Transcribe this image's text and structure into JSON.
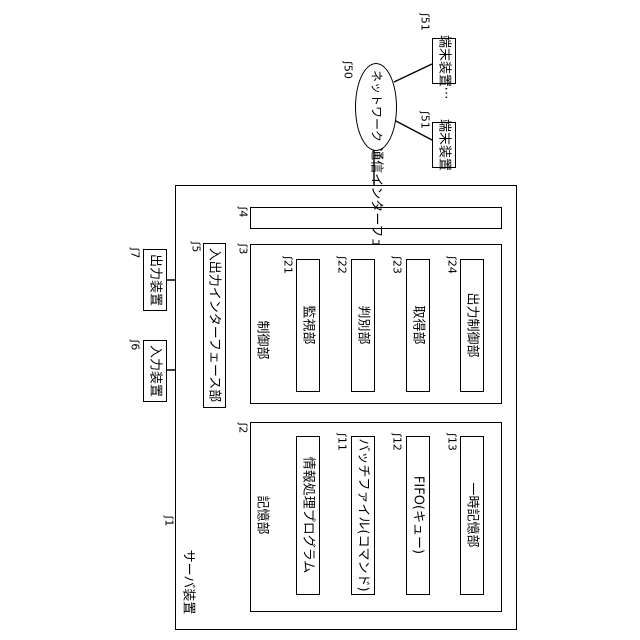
{
  "server": {
    "label": "サーバ装置",
    "ref": "1"
  },
  "storage": {
    "label": "記憶部",
    "ref": "2",
    "items": [
      {
        "label": "情報処理プログラム",
        "ref": ""
      },
      {
        "label": "バッチファイル(コマンド)",
        "ref": "11"
      },
      {
        "label": "FIFO(キュー)",
        "ref": "12"
      },
      {
        "label": "一時記憶部",
        "ref": "13"
      }
    ]
  },
  "control": {
    "label": "制御部",
    "ref": "3",
    "items": [
      {
        "label": "監視部",
        "ref": "21"
      },
      {
        "label": "判別部",
        "ref": "22"
      },
      {
        "label": "取得部",
        "ref": "23"
      },
      {
        "label": "出力制御部",
        "ref": "24"
      }
    ]
  },
  "comm_if": {
    "label": "通信インターフェース部",
    "ref": "4"
  },
  "io_if": {
    "label": "入出力インターフェース部",
    "ref": "5"
  },
  "input_device": {
    "label": "入力装置",
    "ref": "6"
  },
  "output_device": {
    "label": "出力装置",
    "ref": "7"
  },
  "network": {
    "label": "ネットワーク",
    "ref": "50"
  },
  "terminals": [
    {
      "label": "端末装置",
      "ref": "51"
    },
    {
      "label": "端末装置",
      "ref": "51"
    }
  ],
  "ellipsis": "…"
}
